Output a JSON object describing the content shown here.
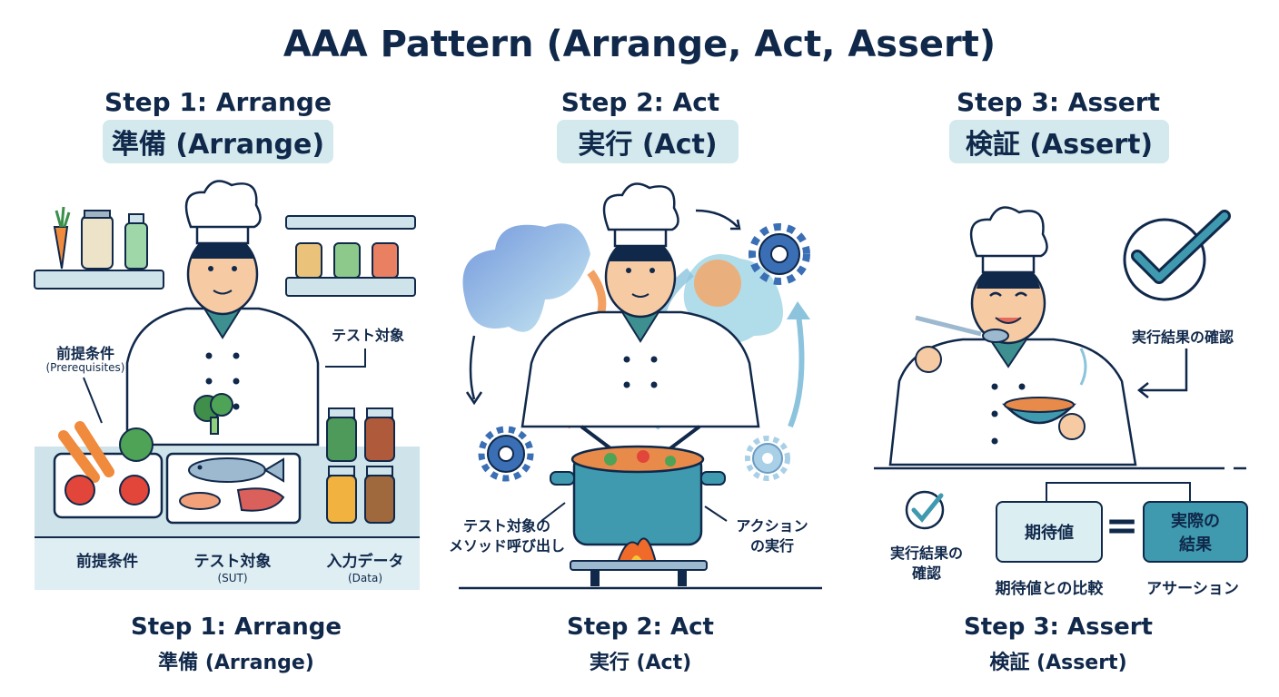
{
  "title": "AAA Pattern (Arrange, Act, Assert)",
  "steps": [
    {
      "heading": "Step 1: Arrange",
      "pill": "準備 (Arrange)",
      "left_note": "前提条件",
      "left_note_sub": "(Prerequisites)",
      "right_note": "テスト対象",
      "bottom_labels": [
        {
          "text": "前提条件",
          "sub": ""
        },
        {
          "text": "テスト対象",
          "sub": "(SUT)"
        },
        {
          "text": "入力データ",
          "sub": "(Data)"
        }
      ],
      "footer_line1": "Step 1: Arrange",
      "footer_line2": "準備 (Arrange)"
    },
    {
      "heading": "Step 2: Act",
      "pill": "実行 (Act)",
      "left_note_line1": "テスト対象の",
      "left_note_line2": "メソッド呼び出し",
      "right_note_line1": "アクション",
      "right_note_line2": "の実行",
      "footer_line1": "Step 2: Act",
      "footer_line2": "実行 (Act)"
    },
    {
      "heading": "Step 3: Assert",
      "pill": "検証 (Assert)",
      "right_note": "実行結果の確認",
      "check_label_line1": "実行結果の",
      "check_label_line2": "確認",
      "expected_box": "期待値",
      "equals": "=",
      "actual_box_line1": "実際の",
      "actual_box_line2": "結果",
      "compare_label": "期待値との比較",
      "assertion_label": "アサーション",
      "footer_line1": "Step 3: Assert",
      "footer_line2": "検証 (Assert)"
    }
  ],
  "colors": {
    "navy": "#10284a",
    "pill_bg": "#d3e9ee",
    "teal": "#2f8f9d",
    "steam": "#8cc3dd",
    "gear": "#3b6fb5",
    "flame": "#f06a2a"
  }
}
